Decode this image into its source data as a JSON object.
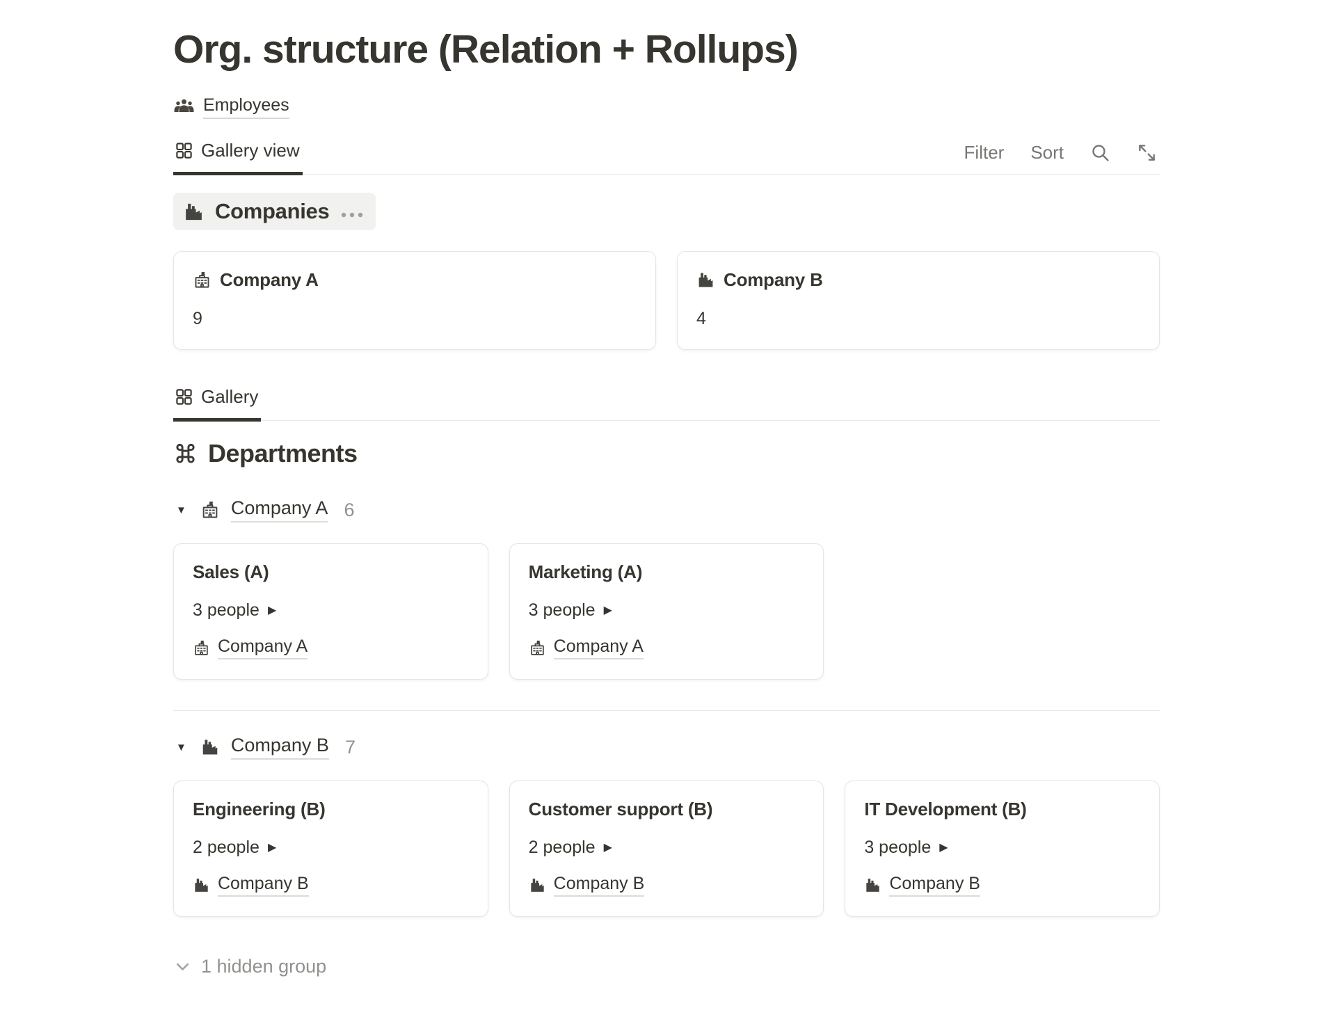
{
  "page": {
    "title": "Org. structure (Relation + Rollups)"
  },
  "nav": {
    "employees_label": "Employees"
  },
  "toolbar": {
    "tab_label": "Gallery view",
    "filter_label": "Filter",
    "sort_label": "Sort"
  },
  "companies": {
    "heading": "Companies",
    "cards": [
      {
        "icon": "school-icon",
        "title": "Company A",
        "value": "9"
      },
      {
        "icon": "factory-icon",
        "title": "Company B",
        "value": "4"
      }
    ]
  },
  "gallery_tab": {
    "label": "Gallery"
  },
  "departments": {
    "heading": "Departments",
    "groups": [
      {
        "icon": "school-icon",
        "name": "Company A",
        "count": "6",
        "cards": [
          {
            "title": "Sales (A)",
            "people": "3 people",
            "company": "Company A",
            "icon": "school-icon"
          },
          {
            "title": "Marketing (A)",
            "people": "3 people",
            "company": "Company A",
            "icon": "school-icon"
          }
        ]
      },
      {
        "icon": "factory-icon",
        "name": "Company B",
        "count": "7",
        "cards": [
          {
            "title": "Engineering (B)",
            "people": "2 people",
            "company": "Company B",
            "icon": "factory-icon"
          },
          {
            "title": "Customer support (B)",
            "people": "2 people",
            "company": "Company B",
            "icon": "factory-icon"
          },
          {
            "title": "IT Development (B)",
            "people": "3 people",
            "company": "Company B",
            "icon": "factory-icon"
          }
        ]
      }
    ],
    "hidden_group_label": "1 hidden group"
  },
  "colors": {
    "text": "#37352f",
    "muted": "#787774",
    "faint": "#91918e",
    "border": "#e9e9e7",
    "chip_bg": "#f1f1ef",
    "active_tab_underline": "#37352f"
  }
}
